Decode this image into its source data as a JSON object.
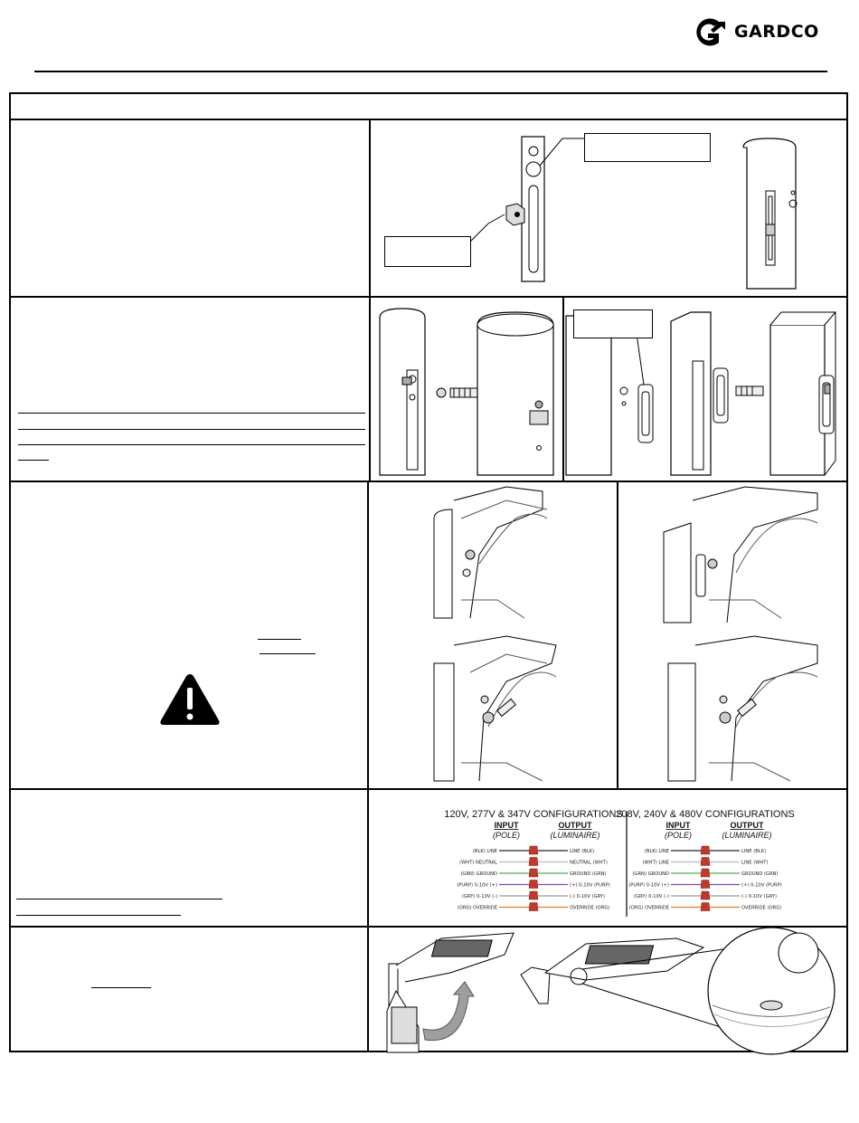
{
  "brand": {
    "name": "GARDCO"
  },
  "wiring": {
    "configs": [
      {
        "title": "120V, 277V & 347V CONFIGURATIONS",
        "input_label": "INPUT",
        "input_sub": "(POLE)",
        "output_label": "OUTPUT",
        "output_sub": "(LUMINAIRE)",
        "rows": [
          {
            "input": "(BLK) LINE",
            "output": "LINE (BLK)",
            "color": "#222222"
          },
          {
            "input": "(WHT) NEUTRAL",
            "output": "NEUTRAL (WHT)",
            "color": "#bbbbbb"
          },
          {
            "input": "(GRN) GROUND",
            "output": "GROUND (GRN)",
            "color": "#4caf50"
          },
          {
            "input": "(PURP) 0-10V (+)",
            "output": "(+) 0-10V (PURP)",
            "color": "#8e44ad"
          },
          {
            "input": "(GRY) 0-10V (-)",
            "output": "(-) 0-10V (GRY)",
            "color": "#999999"
          },
          {
            "input": "(ORG) OVERRIDE",
            "output": "OVERRIDE (ORG)",
            "color": "#e67e22"
          }
        ]
      },
      {
        "title": "208V, 240V & 480V CONFIGURATIONS",
        "input_label": "INPUT",
        "input_sub": "(POLE)",
        "output_label": "OUTPUT",
        "output_sub": "(LUMINAIRE)",
        "rows": [
          {
            "input": "(BLK) LINE",
            "output": "LINE (BLK)",
            "color": "#222222"
          },
          {
            "input": "(WHT) LINE",
            "output": "LINE (WHT)",
            "color": "#bbbbbb"
          },
          {
            "input": "(GRN) GROUND",
            "output": "GROUND (GRN)",
            "color": "#4caf50"
          },
          {
            "input": "(PURP) 0-10V (+)",
            "output": "(+) 0-10V (PURP)",
            "color": "#8e44ad"
          },
          {
            "input": "(GRY) 0-10V (-)",
            "output": "(-) 0-10V (GRY)",
            "color": "#999999"
          },
          {
            "input": "(ORG) OVERRIDE",
            "output": "OVERRIDE (ORG)",
            "color": "#e67e22"
          }
        ]
      }
    ]
  },
  "colors": {
    "wire_nut": "#c0392b",
    "arrow": "#9e9e9e"
  }
}
